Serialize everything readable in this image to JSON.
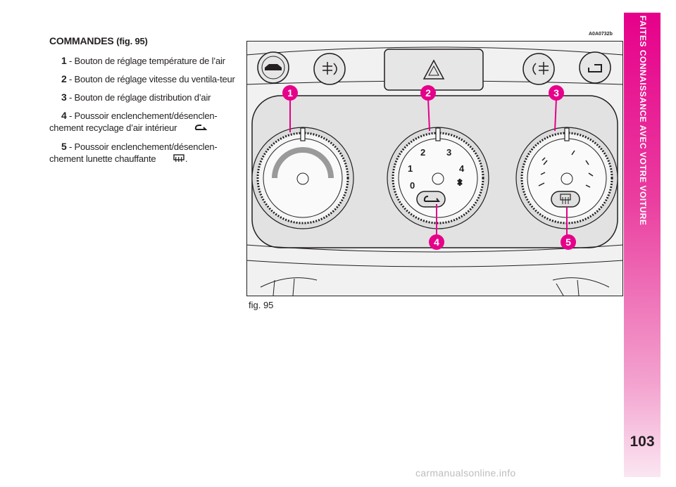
{
  "section": {
    "heading": "COMMANDES",
    "figure_ref": "(fig. 95)"
  },
  "items": [
    {
      "num": "1",
      "text": " - Bouton de réglage température de l’air"
    },
    {
      "num": "2",
      "text": " - Bouton de réglage vitesse du ventila-teur"
    },
    {
      "num": "3",
      "text": " - Bouton de réglage distribution d’air"
    },
    {
      "num": "4",
      "text": " - Poussoir enclenchement/désenclen-chement recyclage d’air intérieur",
      "icon": "recirculation-icon"
    },
    {
      "num": "5",
      "text": " - Poussoir enclenchement/désenclen-chement lunette chauffante",
      "icon": "rear-defrost-icon",
      "suffix": "."
    }
  ],
  "figure": {
    "code": "A0A0732b",
    "caption": "fig. 95",
    "callouts": [
      "1",
      "2",
      "3",
      "4",
      "5"
    ],
    "fan_scale": [
      "0",
      "1",
      "2",
      "3",
      "4"
    ]
  },
  "sidebar": {
    "title": "FAITES CONNAISSANCE AVEC VOTRE VOITURE",
    "page_number": "103",
    "color": "#e6008a"
  },
  "watermark": "carmanualsonline.info"
}
